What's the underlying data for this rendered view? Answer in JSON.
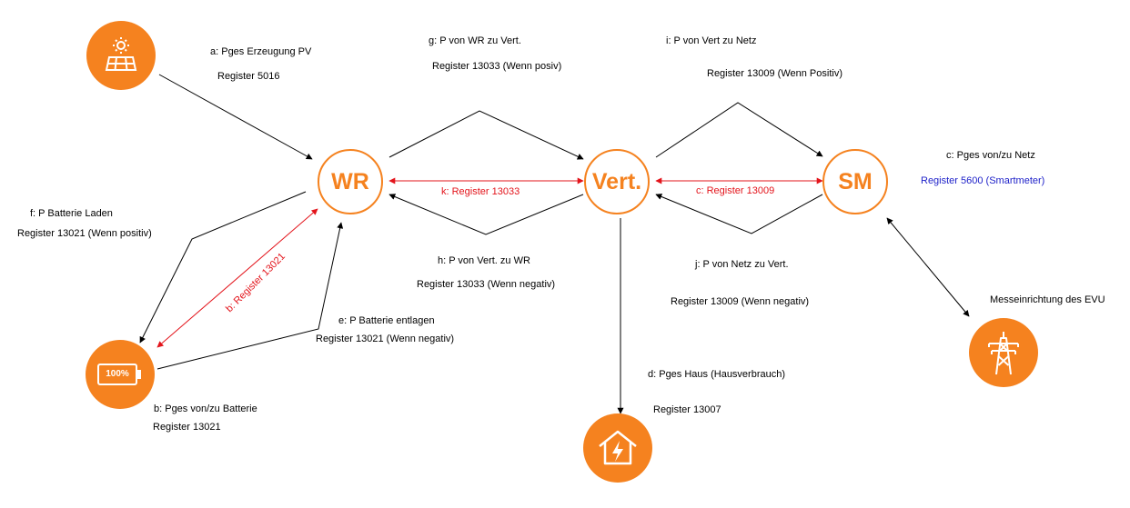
{
  "nodes": {
    "wr": "WR",
    "vert": "Vert.",
    "sm": "SM"
  },
  "icons": {
    "pv": "solar-panel-icon",
    "battery": "battery-icon",
    "battery_text": "100%",
    "house": "house-power-icon",
    "grid": "power-pylon-icon"
  },
  "labels": {
    "a_title": "a: Pges Erzeugung PV",
    "a_reg": "Register 5016",
    "g_title": "g: P von WR zu Vert.",
    "g_reg": "Register 13033 (Wenn posiv)",
    "i_title": "i: P von Vert zu Netz",
    "i_reg": "Register 13009 (Wenn Positiv)",
    "c_title": "c: Pges von/zu Netz",
    "c_reg": "Register 5600 (Smartmeter)",
    "f_title": "f: P Batterie Laden",
    "f_reg": "Register 13021 (Wenn positiv)",
    "k_line": "k: Register 13033",
    "c_line": "c: Register 13009",
    "b_line": "b: Register 13021",
    "h_title": "h: P von Vert. zu WR",
    "h_reg": "Register 13033 (Wenn negativ)",
    "j_title": "j: P von Netz zu Vert.",
    "j_reg": "Register 13009 (Wenn negativ)",
    "evu": "Messeinrichtung des EVU",
    "e_title": "e: P Batterie entlagen",
    "e_reg": "Register 13021 (Wenn negativ)",
    "d_title": "d: Pges Haus (Hausverbrauch)",
    "d_reg": "Register 13007",
    "b_title": "b: Pges von/zu Batterie",
    "b_reg": "Register 13021"
  },
  "colors": {
    "accent": "#f5821f",
    "register_line": "#e3141b",
    "smartmeter_text": "#1f22c9",
    "arrow": "#000000"
  }
}
